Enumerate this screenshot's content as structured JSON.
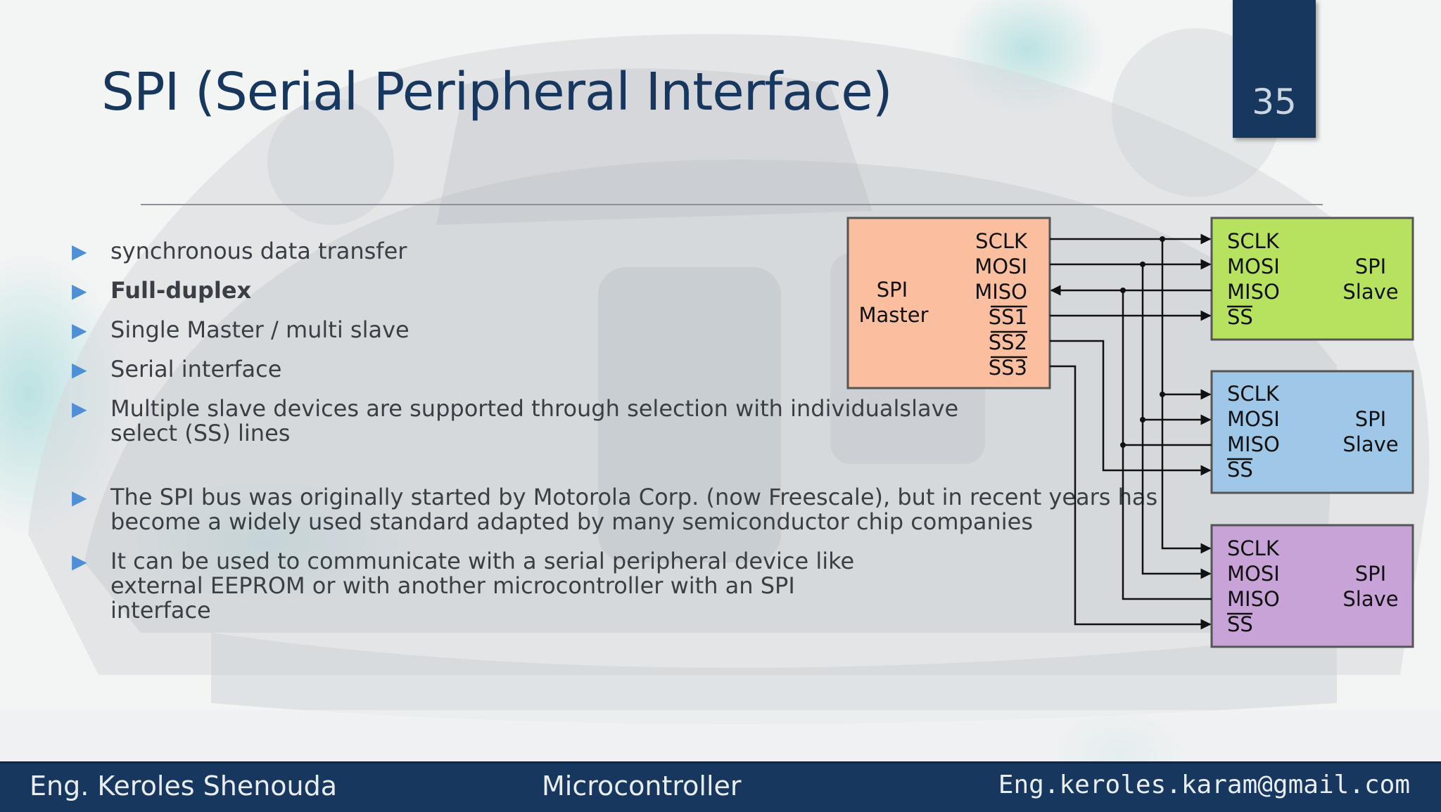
{
  "slide": {
    "title": "SPI (Serial Peripheral Interface)",
    "page_number": "35"
  },
  "bullets": [
    {
      "text": "synchronous data transfer"
    },
    {
      "text": "Full-duplex"
    },
    {
      "text": "Single Master / multi slave"
    },
    {
      "text": "Serial interface"
    },
    {
      "line1": "Multiple slave devices are supported through selection with individualslave",
      "line2": "select (SS) lines"
    },
    {
      "line1": "The SPI bus was originally started by Motorola Corp. (now Freescale), but in recent years has",
      "line2": "become a widely used standard adapted by many semiconductor chip companies"
    },
    {
      "line1": "It can be used to communicate with a serial peripheral device like",
      "line2": "external EEPROM or with another microcontroller with an SPI",
      "line3": "interface"
    }
  ],
  "diagram": {
    "master": {
      "name_line1": "SPI",
      "name_line2": "Master",
      "pins": [
        "SCLK",
        "MOSI",
        "MISO",
        "SS1",
        "SS2",
        "SS3"
      ],
      "color": "#fbbf9f"
    },
    "slaves": [
      {
        "pins": [
          "SCLK",
          "MOSI",
          "MISO",
          "SS"
        ],
        "name_line1": "SPI",
        "name_line2": "Slave",
        "color": "#b7e25f"
      },
      {
        "pins": [
          "SCLK",
          "MOSI",
          "MISO",
          "SS"
        ],
        "name_line1": "SPI",
        "name_line2": "Slave",
        "color": "#9ec7e8"
      },
      {
        "pins": [
          "SCLK",
          "MOSI",
          "MISO",
          "SS"
        ],
        "name_line1": "SPI",
        "name_line2": "Slave",
        "color": "#c8a3d8"
      }
    ]
  },
  "footer": {
    "author": "Eng. Keroles Shenouda",
    "course": "Microcontroller",
    "email": "Eng.keroles.karam@gmail.com"
  },
  "colors": {
    "title": "#17375e",
    "accent_bar": "#17375e",
    "bullet_marker": "#4f8fd6"
  },
  "icons": {
    "bullet_marker": "triangle-right-icon"
  }
}
